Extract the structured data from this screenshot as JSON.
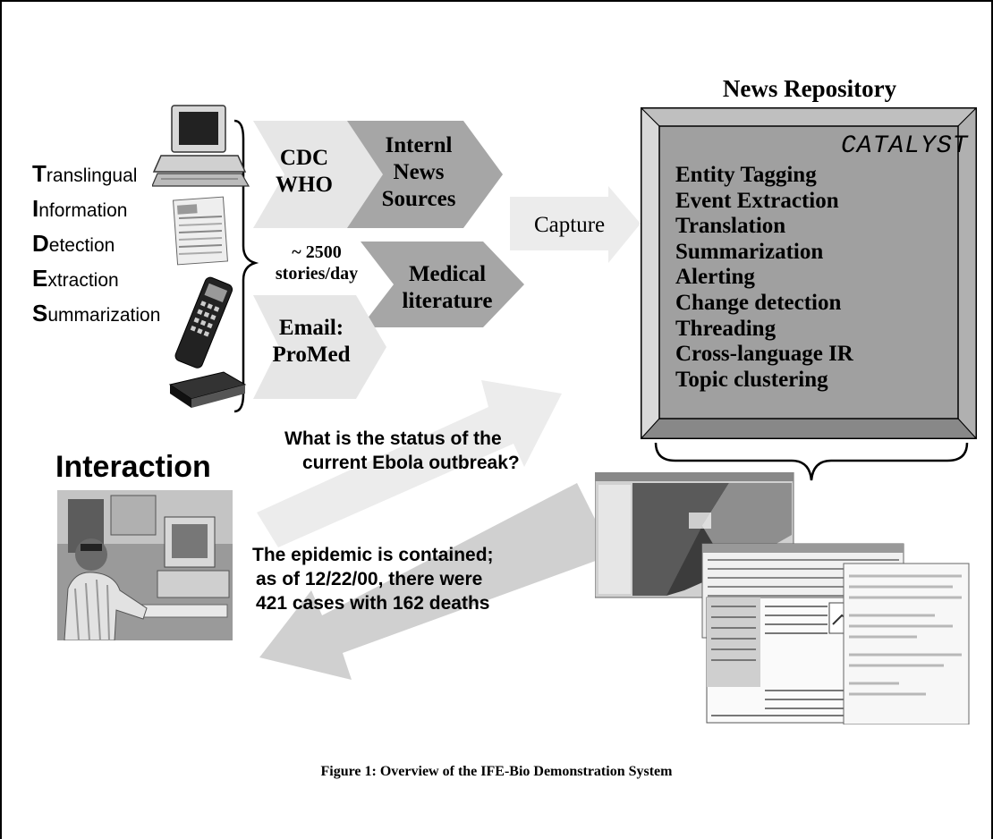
{
  "repository": {
    "title": "News Repository",
    "system": "CATALYST",
    "functions": [
      "Entity Tagging",
      "Event Extraction",
      "Translation",
      "Summarization",
      "Alerting",
      "Change detection",
      "Threading",
      "Cross-language IR",
      "Topic clustering"
    ]
  },
  "acronym": [
    {
      "initial": "T",
      "rest": "ranslingual"
    },
    {
      "initial": "I",
      "rest": "nformation"
    },
    {
      "initial": "D",
      "rest": "etection"
    },
    {
      "initial": "E",
      "rest": "xtraction"
    },
    {
      "initial": "S",
      "rest": "ummarization"
    }
  ],
  "sources": {
    "cdc_who": [
      "CDC",
      "WHO"
    ],
    "intl_news": [
      "Internl",
      "News",
      "Sources"
    ],
    "volume": [
      "~ 2500",
      "stories/day"
    ],
    "medical": [
      "Medical",
      "literature"
    ],
    "email": [
      "Email:",
      "ProMed"
    ]
  },
  "capture_label": "Capture",
  "interaction": {
    "title": "Interaction",
    "question": [
      "What is the status of the",
      "current Ebola outbreak?"
    ],
    "answer": [
      "The epidemic is contained;",
      "as of 12/22/00, there were",
      "421 cases with 162 deaths"
    ]
  },
  "caption": "Figure 1: Overview of the IFE-Bio Demonstration System",
  "colors": {
    "chevron_light": "#e6e6e6",
    "chevron_dark": "#a6a6a6",
    "arrow_light": "#ececec",
    "arrow_gray": "#d0d0d0",
    "bevel_inner": "#a0a0a0"
  },
  "icons": [
    "desktop-computer-icon",
    "newspaper-icon",
    "phone-icon",
    "modem-icon",
    "person-at-computer-photo",
    "screenshot-collage"
  ]
}
